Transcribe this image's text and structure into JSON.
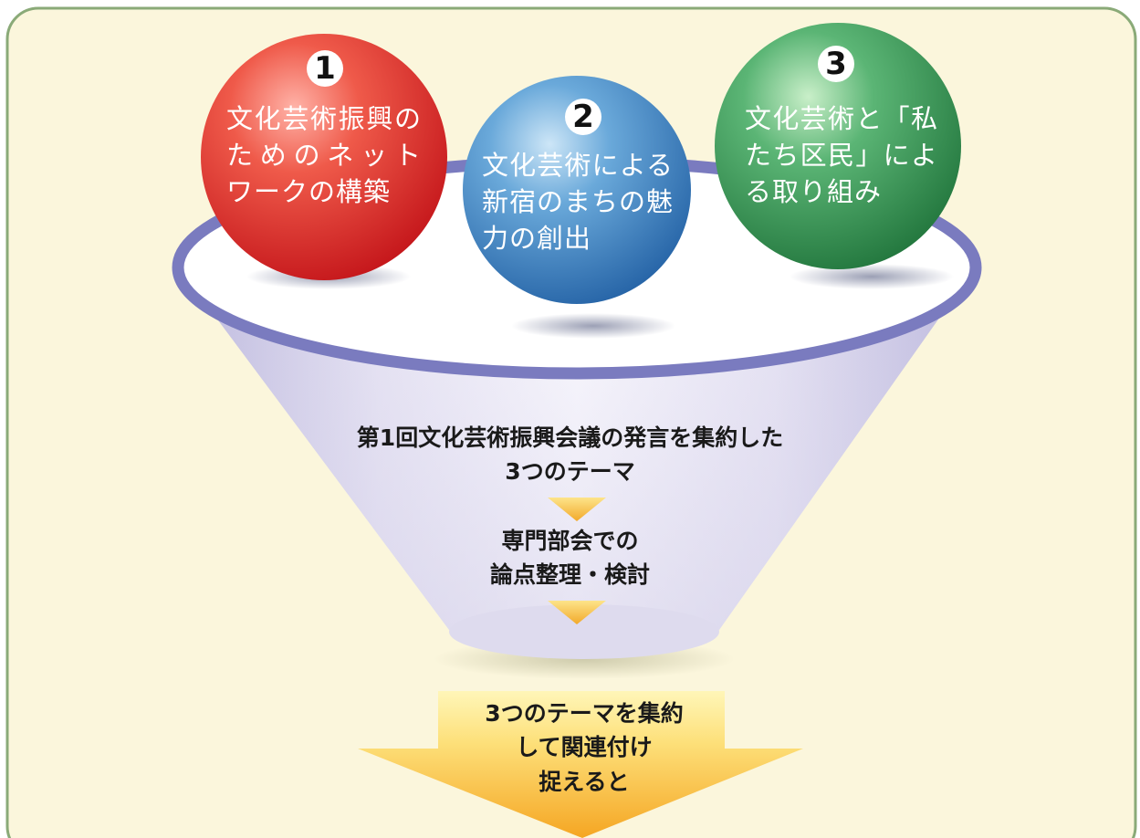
{
  "themes": [
    {
      "number": "1",
      "lines": [
        "文化芸術振興の",
        "ためのネット",
        "ワークの構築"
      ],
      "color": "#e23a3a"
    },
    {
      "number": "2",
      "lines": [
        "文化芸術による",
        "新宿のまちの魅",
        "力の創出"
      ],
      "color": "#3f88c8"
    },
    {
      "number": "3",
      "lines": [
        "文化芸術と「私",
        "たち区民」によ",
        "る取り組み"
      ],
      "color": "#3a9a5a"
    }
  ],
  "funnel": {
    "line1": "第1回文化芸術振興会議の発言を集約した",
    "line2": "3つのテーマ",
    "step2_line1": "専門部会での",
    "step2_line2": "論点整理・検討"
  },
  "bottom_arrow": {
    "line1": "3つのテーマを集約",
    "line2": "して関連付け",
    "line3": "捉えると"
  },
  "colors": {
    "background": "#fbf6dc",
    "border": "#8aaa78",
    "rim": "#7a7bbf",
    "arrow": "#f7b733"
  }
}
